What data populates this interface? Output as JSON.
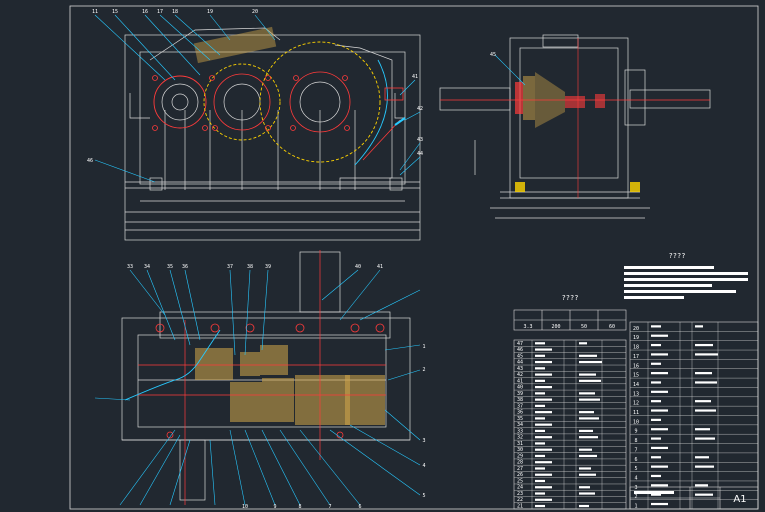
{
  "title": {
    "tech_req": "????",
    "table_title": "????",
    "mark": "A1"
  },
  "params": {
    "headers": [
      "",
      "",
      "",
      ""
    ],
    "values": [
      "3.3",
      "200",
      "50",
      "60"
    ]
  },
  "balloons_top": [
    "11",
    "15",
    "16",
    "17",
    "18",
    "19",
    "20"
  ],
  "balloons_side": [
    "41",
    "42",
    "43",
    "44",
    "45",
    "46"
  ],
  "balloons_bottom_top": [
    "33",
    "34",
    "35",
    "36",
    "37",
    "38",
    "39",
    "40",
    "41"
  ],
  "balloons_bottom_right": [
    "1",
    "2",
    "3",
    "4",
    "5",
    "6",
    "7",
    "8",
    "9",
    "10"
  ],
  "bom_left_no": [
    "47",
    "46",
    "45",
    "44",
    "43",
    "42",
    "41",
    "40",
    "39",
    "38",
    "37",
    "36",
    "35",
    "34",
    "33",
    "32",
    "31",
    "30",
    "29",
    "28",
    "27",
    "26",
    "25",
    "24",
    "23",
    "22",
    "21"
  ],
  "bom_right_no": [
    "20",
    "19",
    "18",
    "17",
    "16",
    "15",
    "14",
    "13",
    "12",
    "11",
    "10",
    "9",
    "8",
    "7",
    "6",
    "5",
    "4",
    "3",
    "2",
    "1"
  ],
  "colors": {
    "background": "#212830",
    "line": "#ffffff",
    "red": "#ff3b3b",
    "yellow": "#ffd400",
    "cyan": "#27c9ff",
    "green": "#37ff37",
    "magenta": "#ff40ff"
  }
}
